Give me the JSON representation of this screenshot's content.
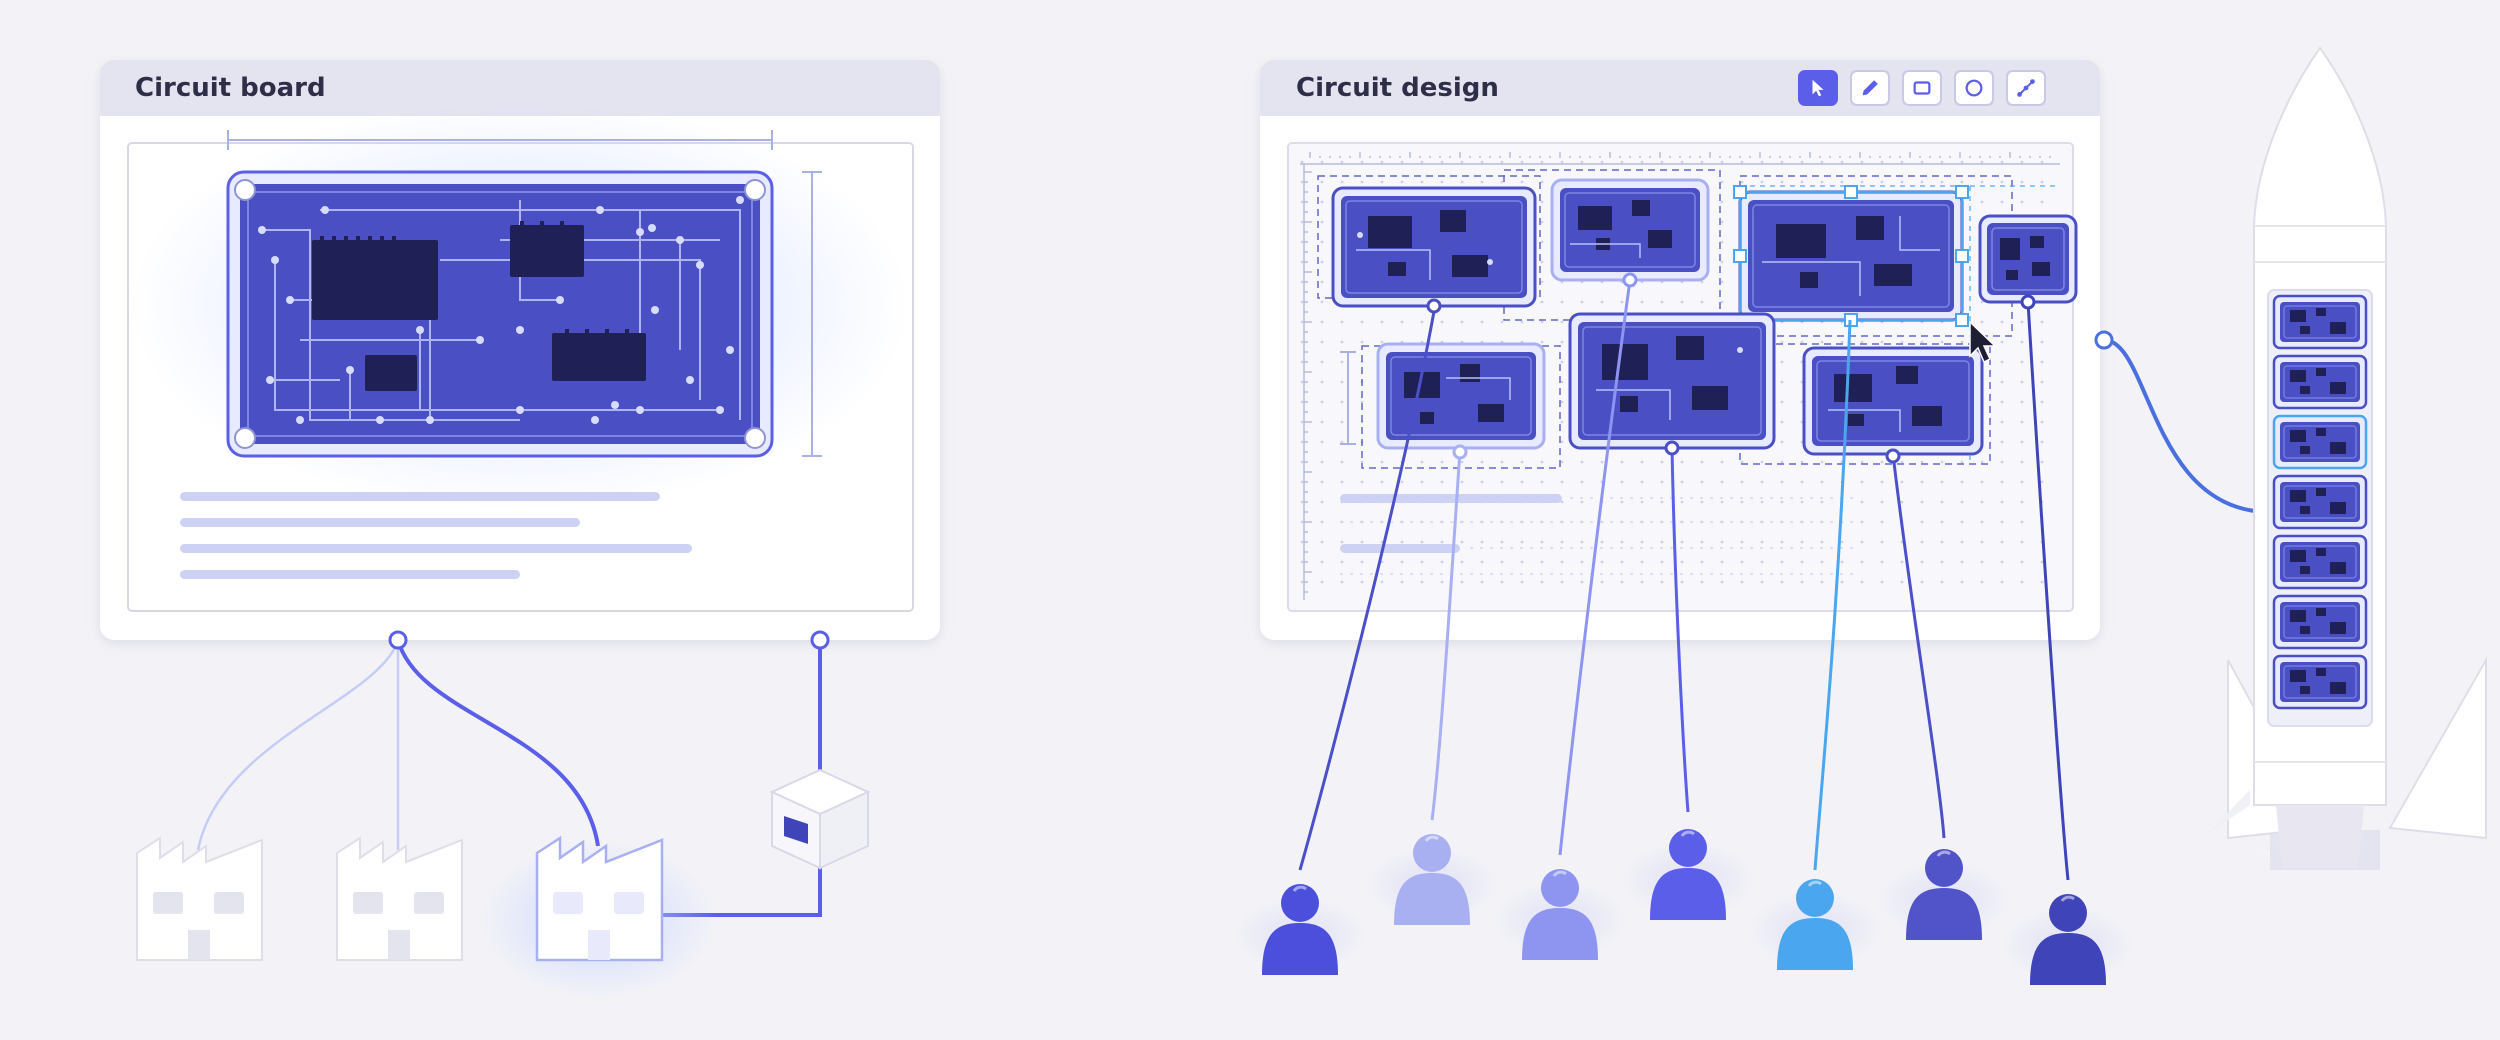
{
  "left_panel": {
    "title": "Circuit board"
  },
  "right_panel": {
    "title": "Circuit design",
    "tools": [
      {
        "name": "select",
        "icon": "cursor-icon",
        "active": true
      },
      {
        "name": "pen",
        "icon": "pencil-icon",
        "active": false
      },
      {
        "name": "rectangle",
        "icon": "rectangle-icon",
        "active": false
      },
      {
        "name": "circle",
        "icon": "circle-icon",
        "active": false
      },
      {
        "name": "connector",
        "icon": "connector-icon",
        "active": false
      }
    ]
  },
  "colors": {
    "background": "#f3f3f7",
    "panel_header": "#e4e3f0",
    "board_blue": "#4a4fc4",
    "chip_dark": "#1f2156",
    "accent_indigo": "#5b5ee8",
    "accent_sky": "#4aa6ee",
    "soft_lavender": "#a9b0f2"
  }
}
